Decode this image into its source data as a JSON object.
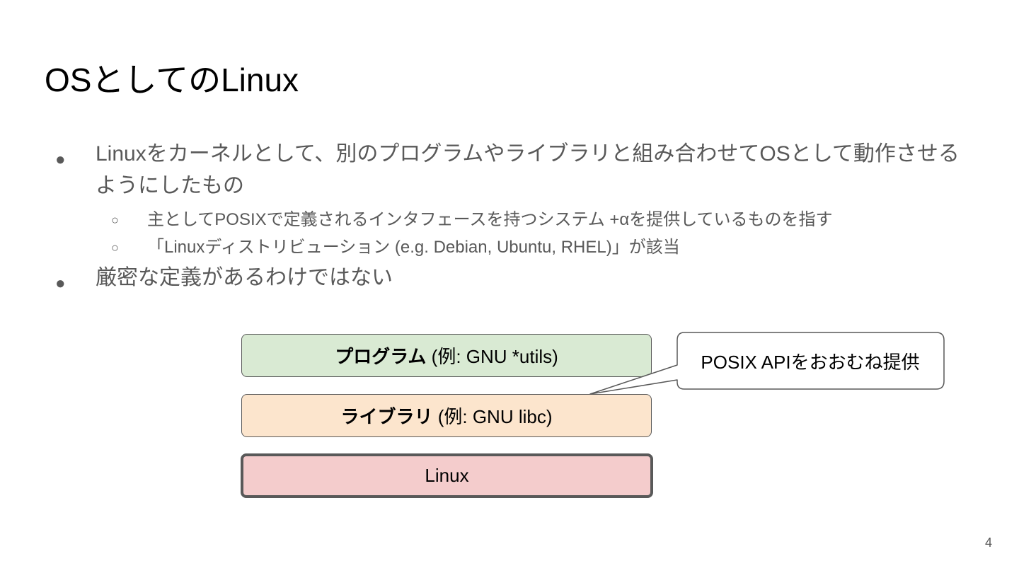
{
  "slide": {
    "title": "OSとしてのLinux",
    "page_number": "4"
  },
  "bullets": {
    "b1_marker": "●",
    "b1_text": "Linuxをカーネルとして、別のプログラムやライブラリと組み合わせてOSとして動作させるようにしたもの",
    "b1_1_marker": "○",
    "b1_1_text": "主としてPOSIXで定義されるインタフェースを持つシステム +αを提供しているものを指す",
    "b1_2_marker": "○",
    "b1_2_text": "「Linuxディストリビューション (e.g. Debian, Ubuntu, RHEL)」が該当",
    "b2_marker": "●",
    "b2_text": "厳密な定義があるわけではない"
  },
  "diagram": {
    "program_bold": "プログラム",
    "program_rest": " (例: GNU *utils)",
    "library_bold": "ライブラリ",
    "library_rest": " (例: GNU libc)",
    "kernel": "Linux",
    "callout": "POSIX APIをおおむね提供",
    "colors": {
      "program_fill": "#d9ead3",
      "library_fill": "#fce5cd",
      "kernel_fill": "#f4cccc",
      "border": "#595959"
    }
  }
}
